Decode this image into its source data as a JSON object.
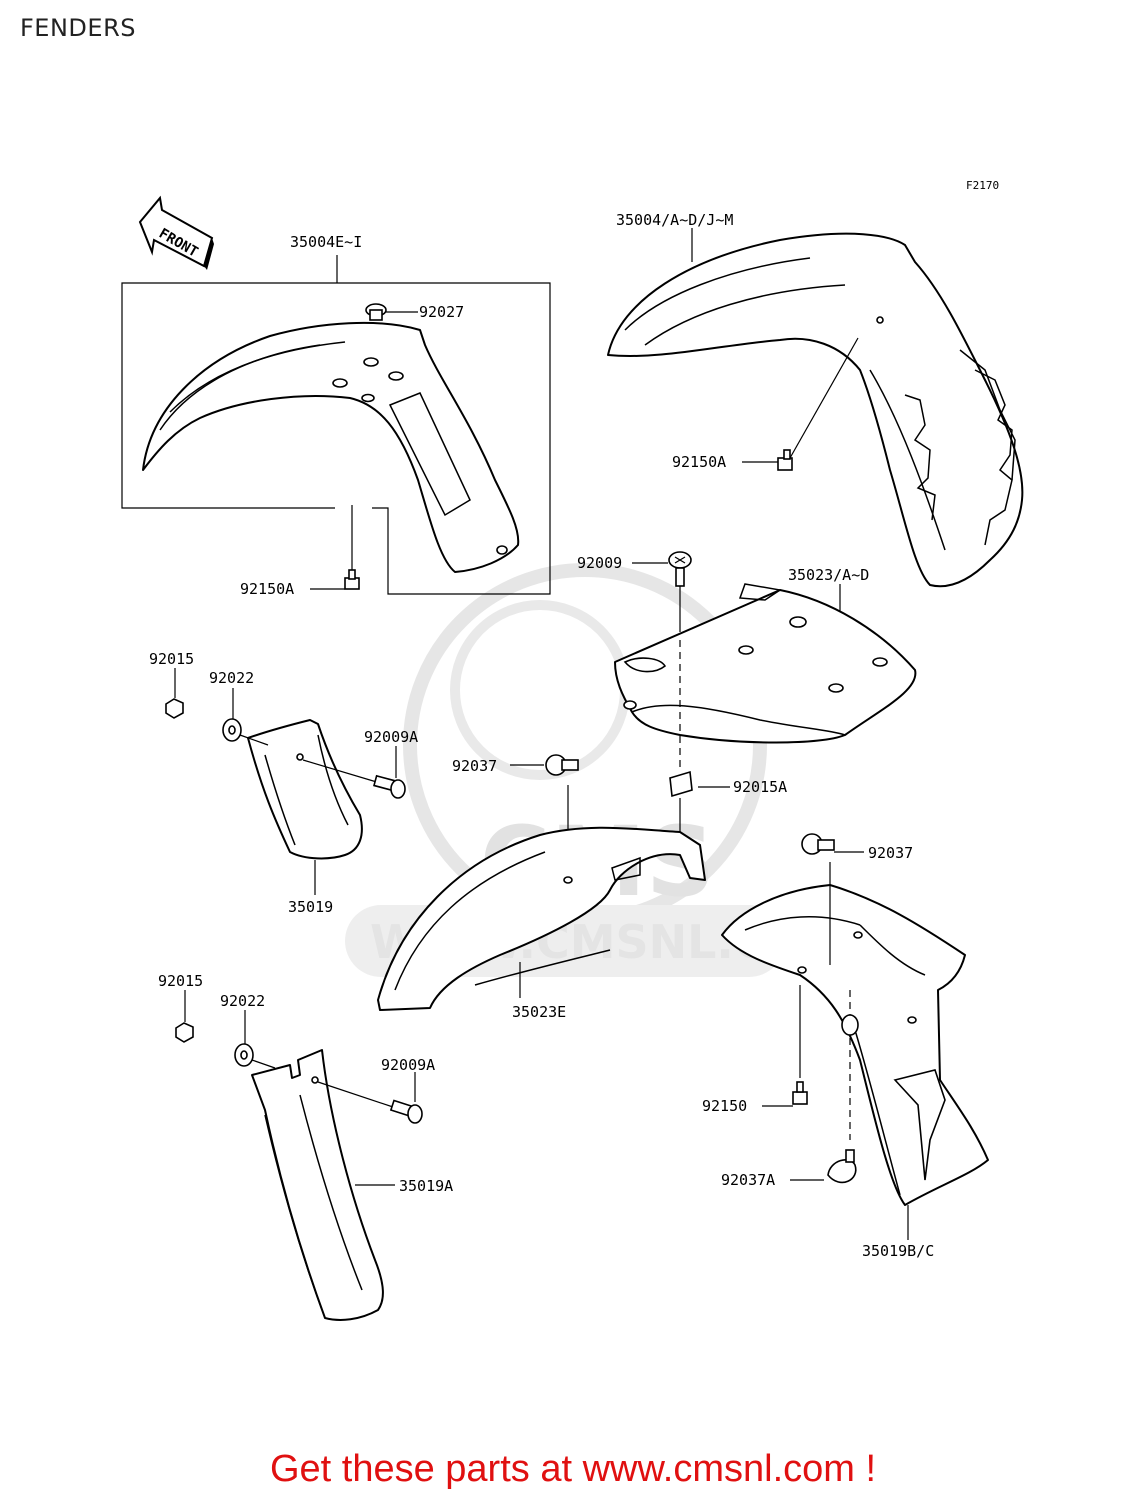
{
  "page": {
    "title": "FENDERS",
    "figure_code": "F2170",
    "front_label": "FRONT",
    "watermark_url": "WWW.CMSNL.COM",
    "watermark_logo": "CMS",
    "footer": "Get these parts at www.cmsnl.com !"
  },
  "callouts": [
    "35004E~I",
    "92027",
    "92150A",
    "35004/A~D/J~M",
    "92150A",
    "92009",
    "35023/A~D",
    "92015",
    "92022",
    "92009A",
    "35019",
    "92037",
    "92015A",
    "35023E",
    "92037",
    "92015",
    "92022",
    "92009A",
    "35019A",
    "92150",
    "92037A",
    "35019B/C"
  ]
}
